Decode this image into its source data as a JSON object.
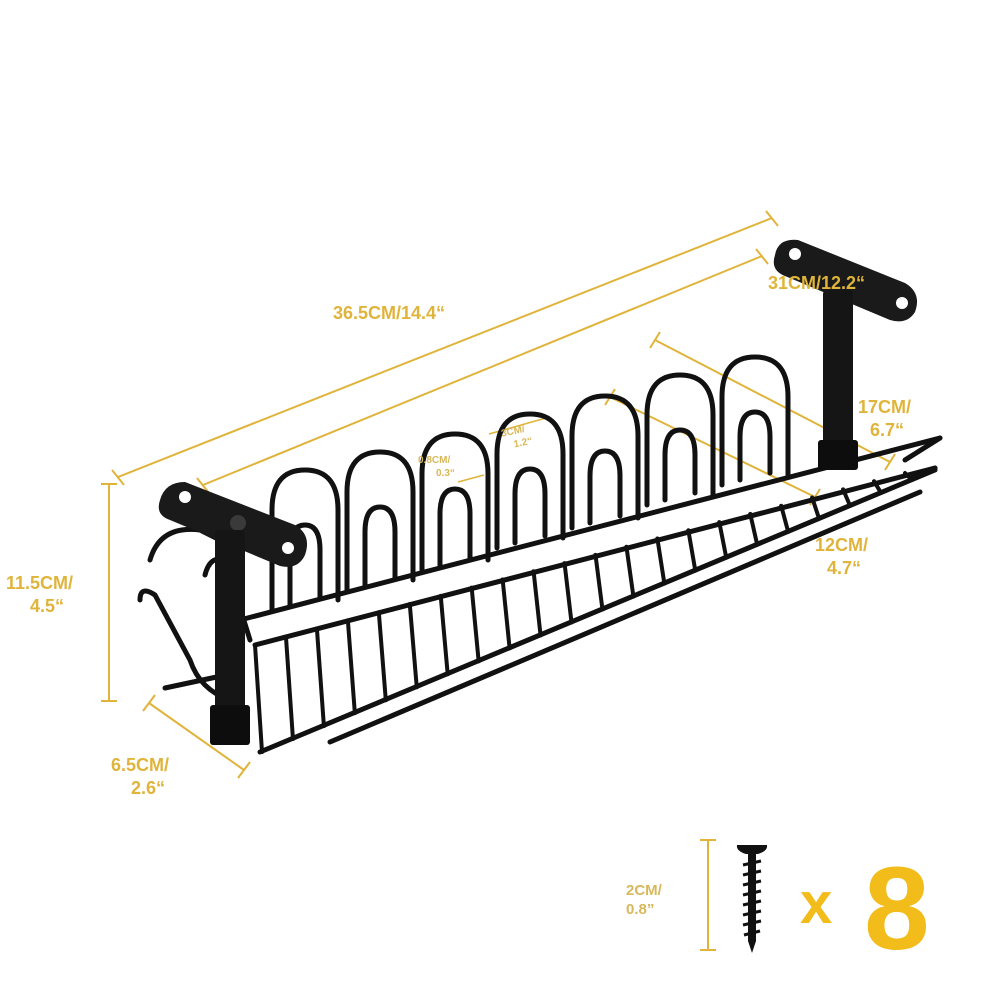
{
  "accent_color": "#f2bc1b",
  "dimension_color": "#e0b43a",
  "product_color": "#111111",
  "dimensions": {
    "total_length": "36.5CM/14.4“",
    "basket_length": "31CM/12.2“",
    "arm_length": {
      "line1": "17CM/",
      "line2": "6.7“"
    },
    "basket_depth": {
      "line1": "12CM/",
      "line2": "4.7“"
    },
    "height": {
      "line1": "11.5CM/",
      "line2": "4.5“"
    },
    "width": {
      "line1": "6.5CM/",
      "line2": "2.6“"
    },
    "hook_gap": {
      "line1": "3CM/",
      "line2": "1.2“"
    },
    "wire_gap": {
      "line1": "0.8CM/",
      "line2": "0.3“"
    }
  },
  "screws": {
    "length": {
      "line1": "2CM/",
      "line2": "0.8”"
    },
    "multiplier": "x",
    "count": "8"
  },
  "icons": [
    "cable-tray-illustration",
    "screw-icon"
  ]
}
